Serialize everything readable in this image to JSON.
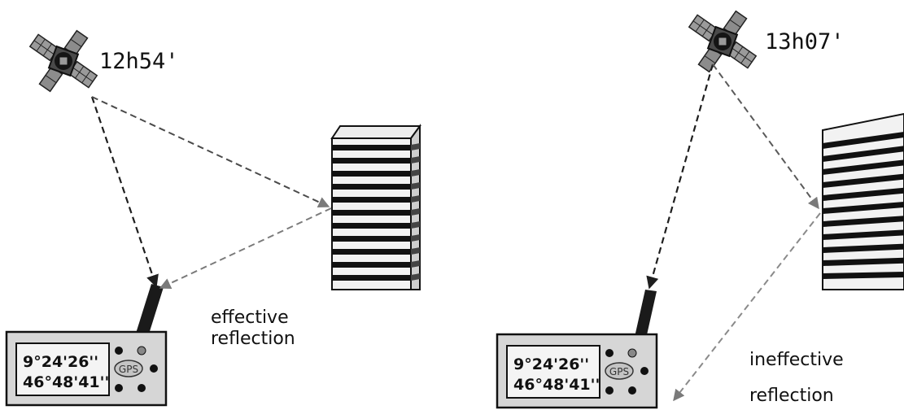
{
  "left_scene": {
    "time": "12h54'",
    "receiver": {
      "line1": "9°24'26''",
      "line2": "46°48'41''",
      "gps_label": "GPS"
    },
    "caption_line1": "effective",
    "caption_line2": "reflection"
  },
  "right_scene": {
    "time": "13h07'",
    "receiver": {
      "line1": "9°24'26''",
      "line2": "46°48'41''",
      "gps_label": "GPS"
    },
    "caption_line1": "ineffective",
    "caption_line2": "reflection"
  },
  "colors": {
    "ray_dark": "#1e1e1e",
    "ray_light": "#8a8a8a",
    "device_body": "#d6d6d6",
    "building_stripe": "#111111"
  }
}
